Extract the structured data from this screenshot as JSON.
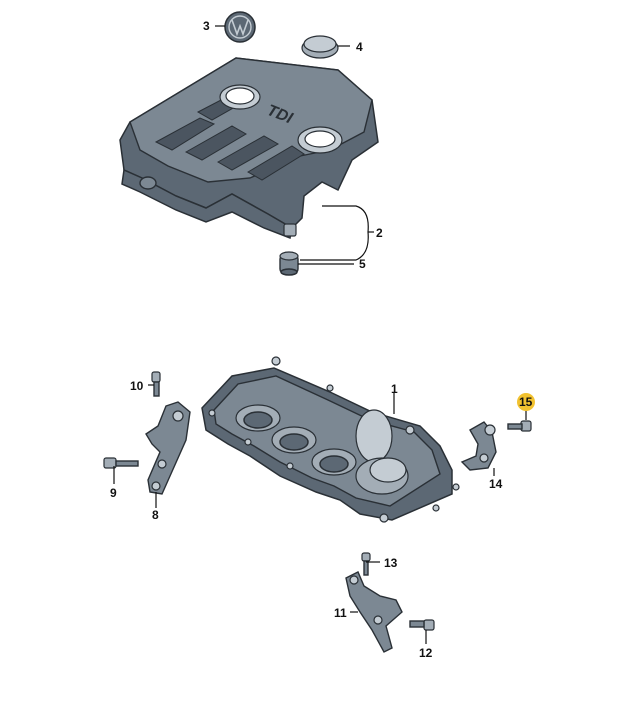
{
  "diagram": {
    "cover_emblem_text": "TDI",
    "highlight_color": "#f2c230",
    "callouts": [
      {
        "id": "1",
        "label": "1",
        "highlighted": false
      },
      {
        "id": "2",
        "label": "2",
        "highlighted": false
      },
      {
        "id": "3",
        "label": "3",
        "highlighted": false
      },
      {
        "id": "4",
        "label": "4",
        "highlighted": false
      },
      {
        "id": "5",
        "label": "5",
        "highlighted": false
      },
      {
        "id": "8",
        "label": "8",
        "highlighted": false
      },
      {
        "id": "9",
        "label": "9",
        "highlighted": false
      },
      {
        "id": "10",
        "label": "10",
        "highlighted": false
      },
      {
        "id": "11",
        "label": "11",
        "highlighted": false
      },
      {
        "id": "12",
        "label": "12",
        "highlighted": false
      },
      {
        "id": "13",
        "label": "13",
        "highlighted": false
      },
      {
        "id": "14",
        "label": "14",
        "highlighted": false
      },
      {
        "id": "15",
        "label": "15",
        "highlighted": true
      }
    ]
  }
}
